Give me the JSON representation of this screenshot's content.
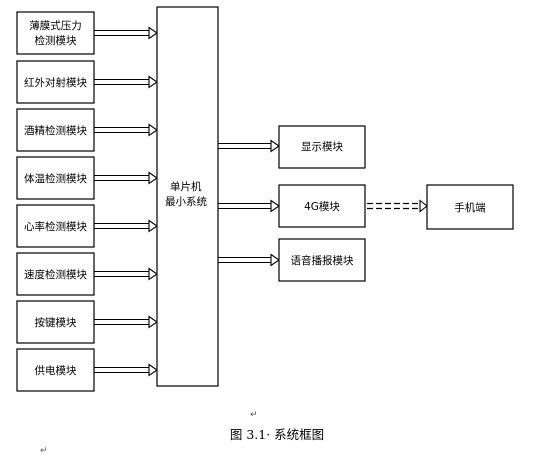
{
  "left_modules": [
    [
      "薄膜式压力",
      "检测模块"
    ],
    [
      "红外对射模块"
    ],
    [
      "酒精检测模块"
    ],
    [
      "体温检测模块"
    ],
    [
      "心率检测模块"
    ],
    [
      "速度检测模块"
    ],
    [
      "按键模块"
    ],
    [
      "供电模块"
    ]
  ],
  "mcu": [
    "单片机",
    "最小系统"
  ],
  "right_modules": {
    "display": "显示模块",
    "g4": "4G模块",
    "voice": "语音播报模块"
  },
  "phone": "手机端",
  "caption": "图 3.1· 系统框图",
  "para_mark": "↵"
}
